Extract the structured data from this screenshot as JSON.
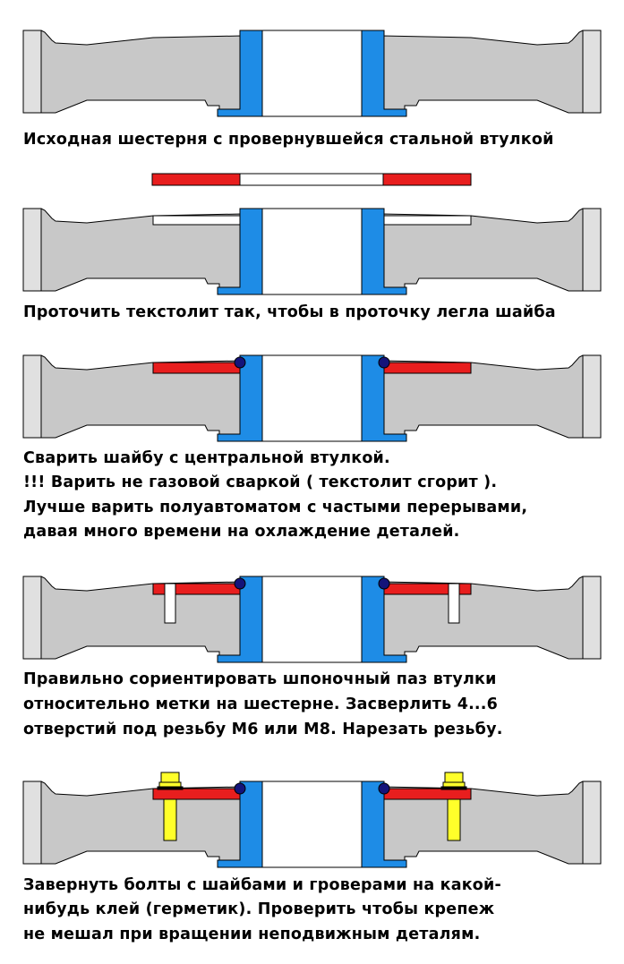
{
  "colors": {
    "body": "#c8c8c8",
    "hub": "#e0e0e0",
    "bushing": "#1e8ce6",
    "bore": "#ffffff",
    "washer": "#e81e1e",
    "weld": "#14147a",
    "bolt": "#ffff2a",
    "outline": "#000000"
  },
  "steps": [
    {
      "lines": [
        "Исходная шестерня с провернувшейся стальной втулкой"
      ]
    },
    {
      "lines": [
        "Проточить текстолит так, чтобы в проточку легла шайба"
      ]
    },
    {
      "lines": [
        "Сварить шайбу с центральной втулкой.",
        "!!! Варить не газовой сваркой ( текстолит сгорит ).",
        "Лучше варить полуавтоматом с частыми перерывами,",
        "давая много времени на охлаждение деталей."
      ]
    },
    {
      "lines": [
        "Правильно сориентировать шпоночный паз втулки",
        "относительно метки на шестерне. Засверлить 4...6",
        "отверстий под резьбу М6 или М8. Нарезать резьбу."
      ]
    },
    {
      "lines": [
        "Завернуть болты с шайбами и гроверами на какой-",
        "нибудь клей (герметик). Проверить чтобы крепеж",
        "не мешал при вращении неподвижным деталям."
      ]
    }
  ]
}
